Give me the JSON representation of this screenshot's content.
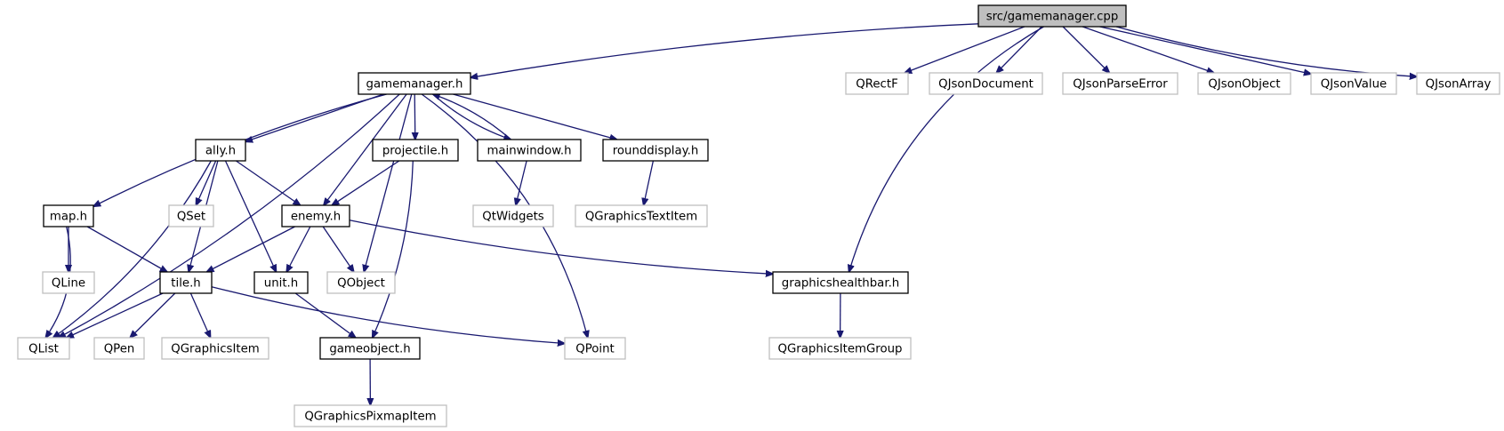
{
  "graph": {
    "title": "",
    "colors": {
      "edge": "#191970",
      "root_fill": "#bfbfbf",
      "node_border": "#000000",
      "external_border": "#bfbfbf"
    },
    "nodes": [
      {
        "id": "root",
        "label": "src/gamemanager.cpp",
        "kind": "root"
      },
      {
        "id": "gamemanager_h",
        "label": "gamemanager.h",
        "kind": "file"
      },
      {
        "id": "qrectf",
        "label": "QRectF",
        "kind": "external"
      },
      {
        "id": "qjsondocument",
        "label": "QJsonDocument",
        "kind": "external"
      },
      {
        "id": "qjsonparseerror",
        "label": "QJsonParseError",
        "kind": "external"
      },
      {
        "id": "qjsonobject",
        "label": "QJsonObject",
        "kind": "external"
      },
      {
        "id": "qjsonvalue",
        "label": "QJsonValue",
        "kind": "external"
      },
      {
        "id": "qjsonarray",
        "label": "QJsonArray",
        "kind": "external"
      },
      {
        "id": "ally_h",
        "label": "ally.h",
        "kind": "file"
      },
      {
        "id": "projectile_h",
        "label": "projectile.h",
        "kind": "file"
      },
      {
        "id": "mainwindow_h",
        "label": "mainwindow.h",
        "kind": "file"
      },
      {
        "id": "rounddisplay_h",
        "label": "rounddisplay.h",
        "kind": "file"
      },
      {
        "id": "map_h",
        "label": "map.h",
        "kind": "file"
      },
      {
        "id": "qset",
        "label": "QSet",
        "kind": "external"
      },
      {
        "id": "enemy_h",
        "label": "enemy.h",
        "kind": "file"
      },
      {
        "id": "qtwidgets",
        "label": "QtWidgets",
        "kind": "external"
      },
      {
        "id": "qgraphicstextitem",
        "label": "QGraphicsTextItem",
        "kind": "external"
      },
      {
        "id": "qline",
        "label": "QLine",
        "kind": "external"
      },
      {
        "id": "tile_h",
        "label": "tile.h",
        "kind": "file"
      },
      {
        "id": "unit_h",
        "label": "unit.h",
        "kind": "file"
      },
      {
        "id": "qobject",
        "label": "QObject",
        "kind": "external"
      },
      {
        "id": "graphicshealthbar_h",
        "label": "graphicshealthbar.h",
        "kind": "file"
      },
      {
        "id": "qlist",
        "label": "QList",
        "kind": "external"
      },
      {
        "id": "qpen",
        "label": "QPen",
        "kind": "external"
      },
      {
        "id": "qgraphicsitem",
        "label": "QGraphicsItem",
        "kind": "external"
      },
      {
        "id": "gameobject_h",
        "label": "gameobject.h",
        "kind": "file"
      },
      {
        "id": "qpoint",
        "label": "QPoint",
        "kind": "external"
      },
      {
        "id": "qgraphicsitemgroup",
        "label": "QGraphicsItemGroup",
        "kind": "external"
      },
      {
        "id": "qgraphicspixmapitem",
        "label": "QGraphicsPixmapItem",
        "kind": "external"
      }
    ],
    "edges": [
      [
        "root",
        "gamemanager_h"
      ],
      [
        "root",
        "qrectf"
      ],
      [
        "root",
        "qjsondocument"
      ],
      [
        "root",
        "qjsonparseerror"
      ],
      [
        "root",
        "qjsonobject"
      ],
      [
        "root",
        "qjsonvalue"
      ],
      [
        "root",
        "qjsonarray"
      ],
      [
        "root",
        "graphicshealthbar_h"
      ],
      [
        "gamemanager_h",
        "ally_h"
      ],
      [
        "gamemanager_h",
        "projectile_h"
      ],
      [
        "gamemanager_h",
        "mainwindow_h"
      ],
      [
        "gamemanager_h",
        "rounddisplay_h"
      ],
      [
        "gamemanager_h",
        "map_h"
      ],
      [
        "gamemanager_h",
        "enemy_h"
      ],
      [
        "gamemanager_h",
        "qobject"
      ],
      [
        "gamemanager_h",
        "qlist"
      ],
      [
        "gamemanager_h",
        "qpoint"
      ],
      [
        "ally_h",
        "enemy_h"
      ],
      [
        "ally_h",
        "qset"
      ],
      [
        "ally_h",
        "tile_h"
      ],
      [
        "ally_h",
        "unit_h"
      ],
      [
        "ally_h",
        "qlist"
      ],
      [
        "projectile_h",
        "enemy_h"
      ],
      [
        "projectile_h",
        "gameobject_h"
      ],
      [
        "mainwindow_h",
        "gamemanager_h"
      ],
      [
        "mainwindow_h",
        "qtwidgets"
      ],
      [
        "rounddisplay_h",
        "qgraphicstextitem"
      ],
      [
        "map_h",
        "qline"
      ],
      [
        "map_h",
        "tile_h"
      ],
      [
        "map_h",
        "qlist"
      ],
      [
        "enemy_h",
        "tile_h"
      ],
      [
        "enemy_h",
        "unit_h"
      ],
      [
        "enemy_h",
        "qobject"
      ],
      [
        "enemy_h",
        "graphicshealthbar_h"
      ],
      [
        "tile_h",
        "qlist"
      ],
      [
        "tile_h",
        "qpen"
      ],
      [
        "tile_h",
        "qgraphicsitem"
      ],
      [
        "tile_h",
        "qpoint"
      ],
      [
        "unit_h",
        "gameobject_h"
      ],
      [
        "graphicshealthbar_h",
        "qgraphicsitemgroup"
      ],
      [
        "gameobject_h",
        "qgraphicspixmapitem"
      ]
    ]
  }
}
